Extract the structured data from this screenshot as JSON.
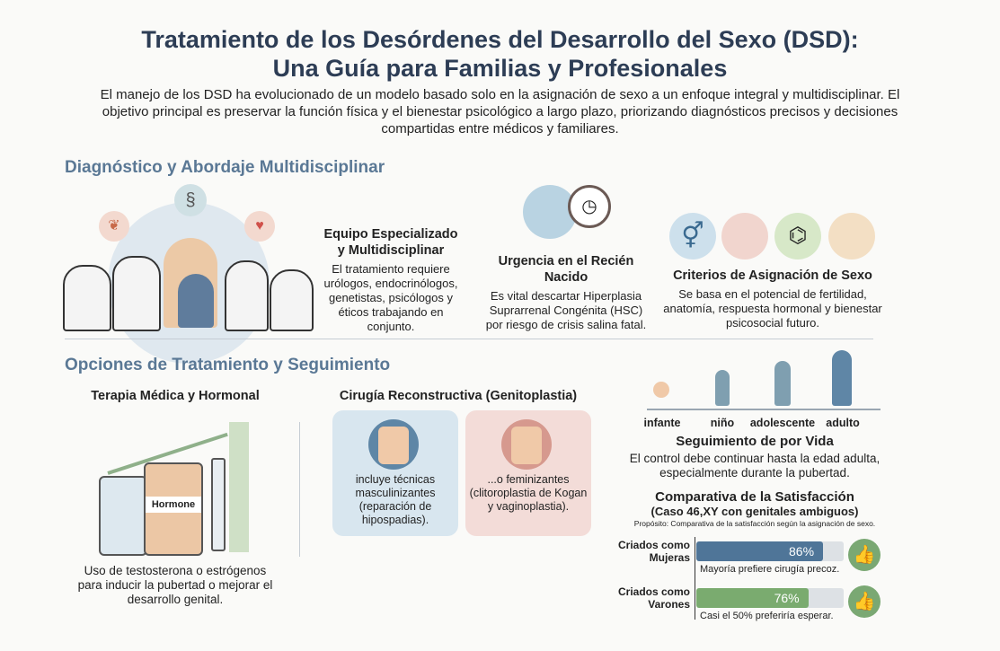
{
  "title": {
    "line1": "Tratamiento de los Desórdenes del Desarrollo del Sexo (DSD):",
    "line2": "Una Guía para Familias y Profesionales"
  },
  "intro": "El manejo de los DSD ha evolucionado de un modelo basado solo en la asignación de sexo a un enfoque integral y multidisciplinar. El objetivo principal es preservar la función física y el bienestar psicológico a largo plazo, priorizando diagnósticos precisos y decisiones compartidas entre médicos y familiares.",
  "diagnosis": {
    "heading": "Diagnóstico y Abordaje Multidisciplinar",
    "team": {
      "title": "Equipo Especializado y Multidisciplinar",
      "text": "El tratamiento requiere urólogos, endocrinólogos, genetistas, psicólogos y éticos trabajando en conjunto."
    },
    "urgency": {
      "title": "Urgencia en el Recién Nacido",
      "text": "Es vital descartar Hiperplasia Suprarrenal Congénita (HSC) por riesgo de crisis salina fatal."
    },
    "criteria": {
      "title": "Criterios de Asignación de Sexo",
      "text": "Se basa en el potencial de fertilidad, anatomía, respuesta hormonal y bienestar psicosocial futuro."
    }
  },
  "treatment": {
    "heading": "Opciones de Tratamiento y Seguimiento",
    "hormonal": {
      "title": "Terapia Médica y Hormonal",
      "bottle_label": "Hormone",
      "text": "Uso de testosterona o estrógenos para inducir la pubertad o mejorar el desarrollo genital."
    },
    "surgery": {
      "title": "Cirugía Reconstructiva (Genitoplastia)",
      "masc": "incluye técnicas masculinizantes (reparación de hipospadias).",
      "fem": "...o feminizantes (clitoroplastia de Kogan y vaginoplastia)."
    },
    "followup": {
      "stages": [
        "infante",
        "niño",
        "adolescente",
        "adulto"
      ],
      "title": "Seguimiento de por Vida",
      "text": "El control debe continuar hasta la edad adulta, especialmente durante la pubertad."
    }
  },
  "colors": {
    "women": "#4f7598",
    "men": "#7aab6f"
  },
  "chart_data": {
    "type": "bar",
    "title": "Comparativa de la Satisfacción",
    "subtitle": "(Caso 46,XY con genitales ambiguos)",
    "purpose": "Propósito: Comparativa de la satisfacción según la asignación de sexo.",
    "categories": [
      "Criados como Mujeras",
      "Criados como Varones"
    ],
    "values": [
      86,
      76
    ],
    "value_labels": [
      "86%",
      "76%"
    ],
    "notes": [
      "Mayoría prefiere cirugía precoz.",
      "Casi el 50% preferiría esperar."
    ],
    "xlim": [
      0,
      100
    ]
  }
}
